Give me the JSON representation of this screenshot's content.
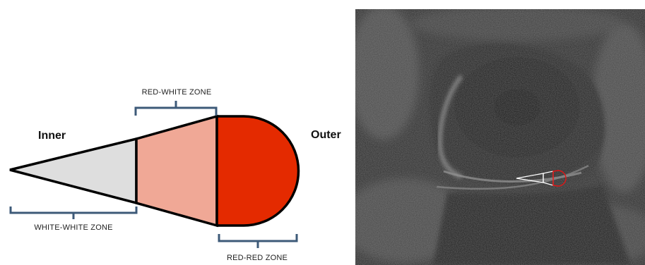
{
  "diagram": {
    "labels": {
      "inner": "Inner",
      "outer": "Outer",
      "red_white_zone": "RED-WHITE ZONE",
      "white_white_zone": "WHITE-WHITE ZONE",
      "red_red_zone": "RED-RED ZONE"
    },
    "colors": {
      "white_white_zone": "#dedede",
      "red_white_zone": "#f0a896",
      "red_red_zone": "#e42a00",
      "outline": "#000000",
      "bracket": "#3d5a78"
    }
  },
  "mri": {
    "description_icon": "knee-mri-image",
    "overlay_colors": {
      "white_zone": "#ffffff",
      "red_zone": "#e01515"
    }
  }
}
